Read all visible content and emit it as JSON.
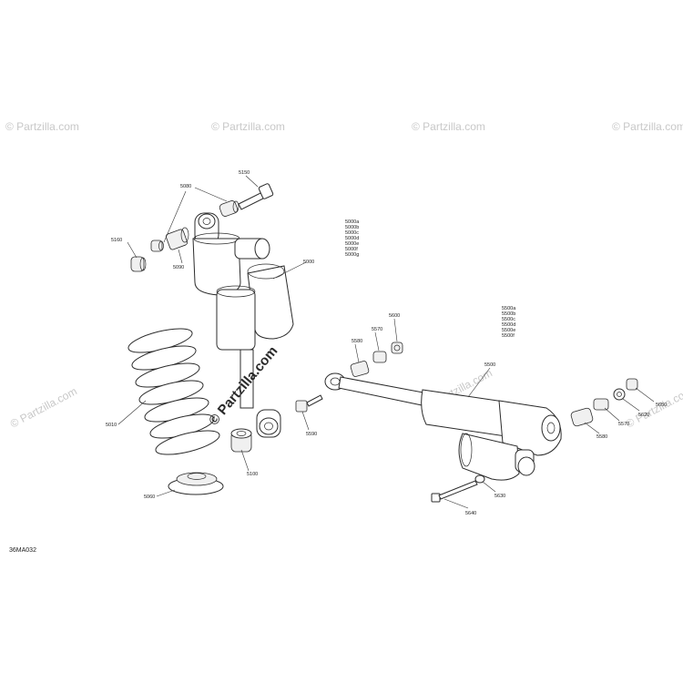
{
  "diagram_code": "36MA032",
  "watermark": {
    "main": "© Partzilla.com",
    "tiled": "© Partzilla.com"
  },
  "callouts": {
    "p5150": "5150",
    "p5080": "5080",
    "p5160": "5160",
    "p5090": "5090",
    "p5000": "5000",
    "p5000_variants": [
      "5000a",
      "5000b",
      "5000c",
      "5000d",
      "5000e",
      "5000f",
      "5000g"
    ],
    "p5010": "5010",
    "p5060": "5060",
    "p5100": "5100",
    "p5590": "5590",
    "p5580_left": "5580",
    "p5570_left": "5570",
    "p5600": "5600",
    "p5500": "5500",
    "p5500_variants": [
      "5500a",
      "5500b",
      "5500c",
      "5500d",
      "5500e",
      "5500f"
    ],
    "p5650": "5650",
    "p5620": "5620",
    "p5570_right": "5570",
    "p5580_right": "5580",
    "p5630": "5630",
    "p5640": "5640"
  }
}
